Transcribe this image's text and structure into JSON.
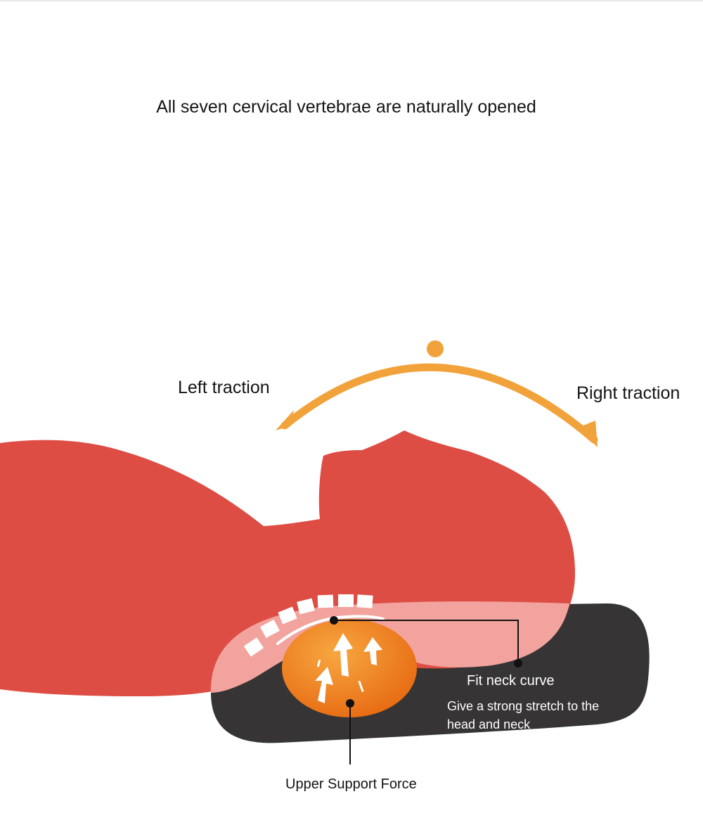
{
  "headline": "All seven cervical vertebrae are naturally opened",
  "traction": {
    "left": "Left traction",
    "right": "Right traction"
  },
  "callouts": {
    "fit_neck_curve": "Fit neck curve",
    "stretch": "Give a strong stretch to the head and neck",
    "support": "Upper Support Force"
  },
  "colors": {
    "body": "#dd4d44",
    "pillow": "#363434",
    "contact_zone": "#f2a39d",
    "arc": "#f2a23a",
    "support_ball": "#ef7c1a",
    "vertebrae": "#ffffff"
  },
  "icons": [
    "traction-arc-arrow",
    "support-arrows-icon"
  ]
}
